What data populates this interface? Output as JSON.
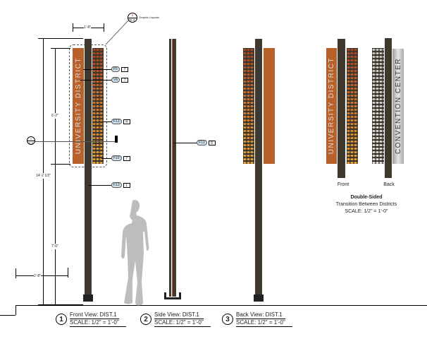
{
  "front_view": {
    "panel_text": "UNIVERSITY DISTRICT",
    "width_dim": "1'-8\"",
    "dims": {
      "overall": "14'-2 1/2\"",
      "panel": "6'-2\"",
      "lower": "7'-6\"",
      "offset": "2'-8\""
    },
    "graphic_layouts": {
      "top": "1",
      "bottom": "E.2",
      "label": "Graphic Layouts"
    },
    "section_marker": {
      "top": "1",
      "bottom": "E.3"
    },
    "callouts": [
      {
        "code": "F5",
        "num": "7"
      },
      {
        "code": "V6",
        "num": "7"
      },
      {
        "code": "F13",
        "num": "4"
      },
      {
        "code": "F15",
        "num": "7"
      },
      {
        "code": "F13",
        "num": "1"
      }
    ]
  },
  "side_view": {
    "callout": {
      "code": "F13",
      "num": "6"
    }
  },
  "titles": [
    {
      "num": "1",
      "name": "Front View: DIST.1",
      "scale": "SCALE: 1/2\" = 1'-0\""
    },
    {
      "num": "2",
      "name": "Side View: DIST.1",
      "scale": "SCALE: 1/2\" = 1'-0\""
    },
    {
      "num": "3",
      "name": "Back View: DIST.1",
      "scale": "SCALE: 1/2\" = 1'-0\""
    }
  ],
  "double_sided": {
    "front_text": "UNIVERSITY DISTRICT",
    "back_text": "CONVENTION CENTER",
    "front_label": "Front",
    "back_label": "Back",
    "caption": [
      "Double-Sided",
      "Transition Between Districts",
      "SCALE: 1/2\" = 1'-0\""
    ]
  }
}
